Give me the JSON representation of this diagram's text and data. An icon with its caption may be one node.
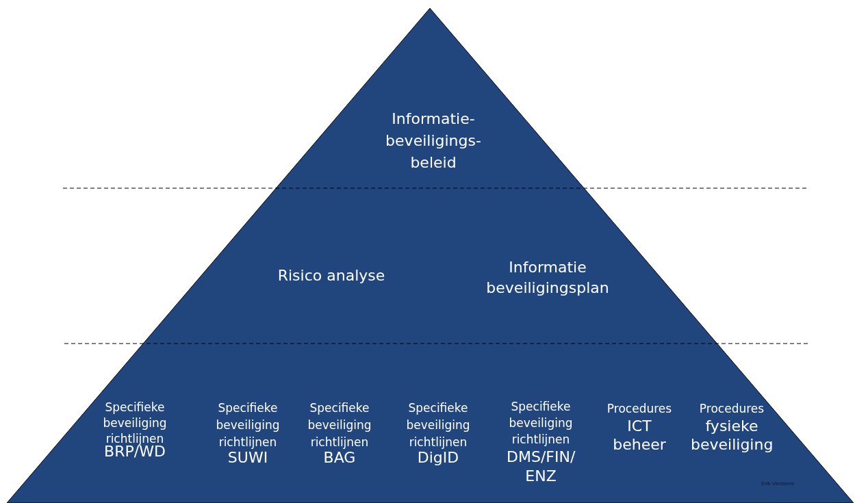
{
  "diagram": {
    "nodes": [
      {
        "text": [
          "Informatie- beveiligings- beleid",
          "Risico analyse",
          "Informatie beveiligingsplan",
          "Specifieke beveiliging richtlijnen",
          "BRP/WD",
          "Specifieke beveiliging richtlijnen",
          "SUWI",
          "Specifieke beveiliging richtlijnen",
          "BAG",
          "Specifieke beveiliging richtlijnen",
          "DigID",
          "Specifieke beveiliging richtlijnen",
          "DMS/FIN/ ENZ",
          "Procedures",
          "ICT beheer",
          "Procedures",
          "fysieke beveiliging"
        ]
      }
    ],
    "labels": [
      "Erik Versterre"
    ]
  }
}
